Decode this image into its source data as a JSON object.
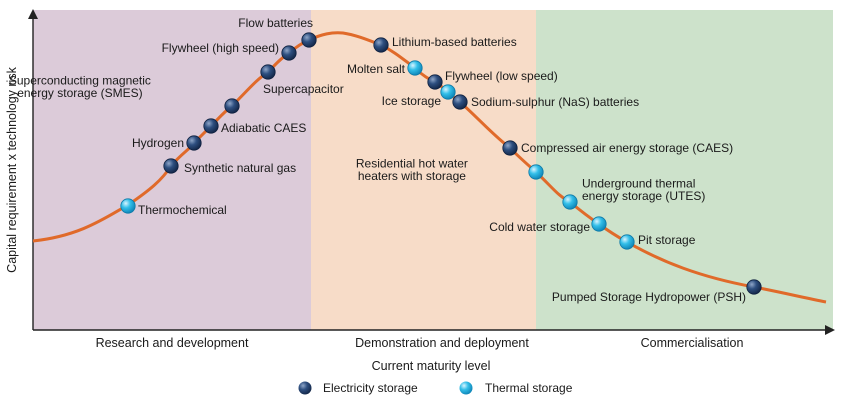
{
  "axes": {
    "ylabel": "Capital requirement x technology risk",
    "xlabel": "Current maturity level"
  },
  "phases": [
    {
      "label": "Research and development",
      "color": "#dccbd9"
    },
    {
      "label": "Demonstration and deployment",
      "color": "#f7dcc8"
    },
    {
      "label": "Commercialisation",
      "color": "#cde2cb"
    }
  ],
  "legend": [
    {
      "label": "Electricity storage",
      "kind": "electricity"
    },
    {
      "label": "Thermal storage",
      "kind": "thermal"
    }
  ],
  "colors": {
    "curve": "#e06a2a",
    "electricity": "#23406b",
    "thermal": "#27b6e5"
  },
  "technologies": [
    {
      "label": "Thermochemical",
      "kind": "thermal"
    },
    {
      "label": "Synthetic natural gas",
      "kind": "electricity"
    },
    {
      "label": "Hydrogen",
      "kind": "electricity"
    },
    {
      "label": "Adiabatic CAES",
      "kind": "electricity"
    },
    {
      "label": [
        "Superconducting magnetic",
        "energy storage (SMES)"
      ],
      "kind": "electricity"
    },
    {
      "label": "Supercapacitor",
      "kind": "electricity"
    },
    {
      "label": "Flywheel (high speed)",
      "kind": "electricity"
    },
    {
      "label": "Flow batteries",
      "kind": "electricity"
    },
    {
      "label": "Lithium-based batteries",
      "kind": "electricity"
    },
    {
      "label": "Molten salt",
      "kind": "thermal"
    },
    {
      "label": "Flywheel (low speed)",
      "kind": "electricity"
    },
    {
      "label": "Ice storage",
      "kind": "thermal"
    },
    {
      "label": "Sodium-sulphur (NaS) batteries",
      "kind": "electricity"
    },
    {
      "label": "Compressed air energy storage (CAES)",
      "kind": "electricity"
    },
    {
      "label": [
        "Residential hot water",
        "heaters with storage"
      ],
      "kind": "thermal"
    },
    {
      "label": [
        "Underground thermal",
        "energy storage (UTES)"
      ],
      "kind": "thermal"
    },
    {
      "label": "Cold water storage",
      "kind": "thermal"
    },
    {
      "label": "Pit storage",
      "kind": "thermal"
    },
    {
      "label": "Pumped Storage Hydropower (PSH)",
      "kind": "electricity"
    }
  ]
}
